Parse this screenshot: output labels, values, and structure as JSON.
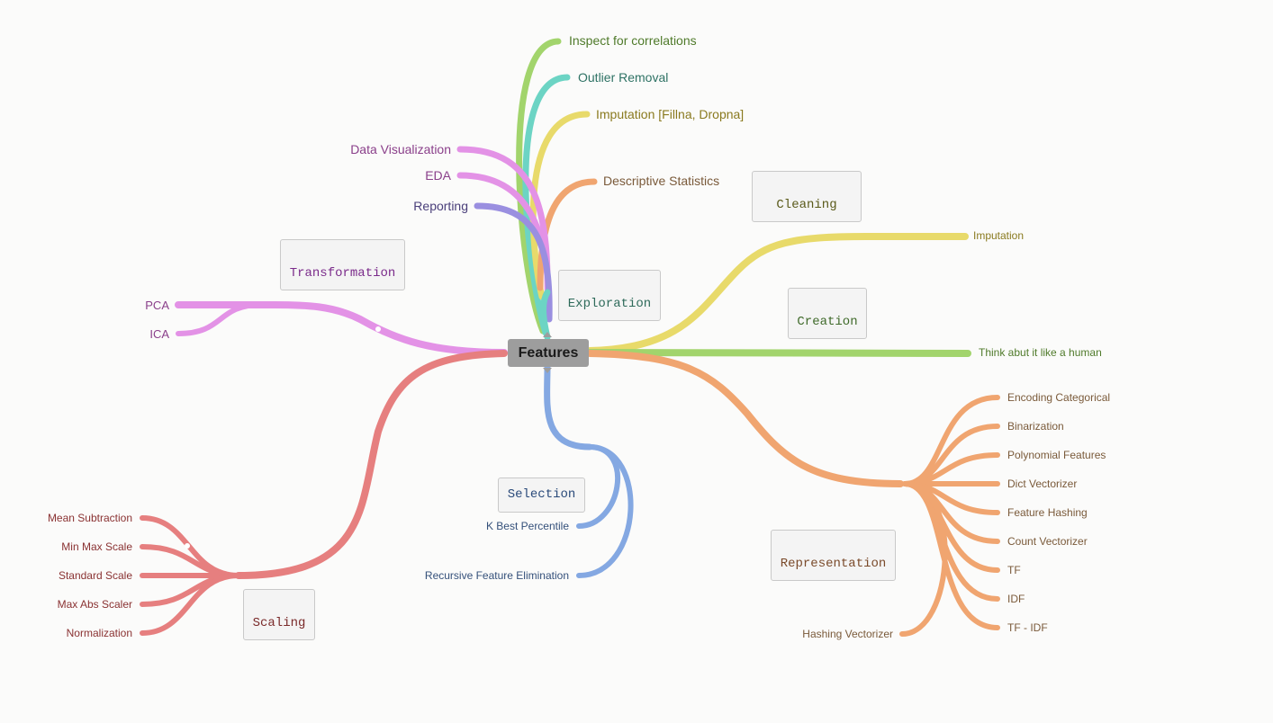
{
  "root": "Features",
  "notes": {
    "cleaning": "Cleaning",
    "transformation": "Transformation",
    "exploration": "Exploration",
    "creation": "Creation",
    "representation": "Representation",
    "selection": "Selection",
    "scaling": "Scaling"
  },
  "exploration_branch": {
    "inspect": "Inspect for correlations",
    "outlier": "Outlier Removal",
    "imputation": "Imputation [Fillna, Dropna]",
    "descriptive": "Descriptive Statistics",
    "data_viz": "Data Visualization",
    "eda": "EDA",
    "reporting": "Reporting"
  },
  "cleaning_branch": {
    "imputation": "Imputation"
  },
  "creation_branch": {
    "think": "Think abut it like a human"
  },
  "transformation_branch": {
    "pca": "PCA",
    "ica": "ICA"
  },
  "representation_branch": {
    "items": [
      "Encoding Categorical",
      "Binarization",
      "Polynomial Features",
      "Dict Vectorizer",
      "Feature Hashing",
      "Count Vectorizer",
      "TF",
      "IDF",
      "TF - IDF"
    ],
    "hashing": "Hashing Vectorizer"
  },
  "selection_branch": {
    "kbest": "K Best Percentile",
    "rfe": "Recursive Feature Elimination"
  },
  "scaling_branch": {
    "items": [
      "Mean Subtraction",
      "Min Max Scale",
      "Standard Scale",
      "Max Abs Scaler",
      "Normalization"
    ]
  },
  "colors": {
    "green": "#a2d46c",
    "teal": "#6cd4c4",
    "yellow": "#e8da6a",
    "orange": "#f0a570",
    "pink": "#e392e6",
    "indigo": "#9a8fe0",
    "blue": "#84a8e2",
    "red": "#e67f7f"
  }
}
